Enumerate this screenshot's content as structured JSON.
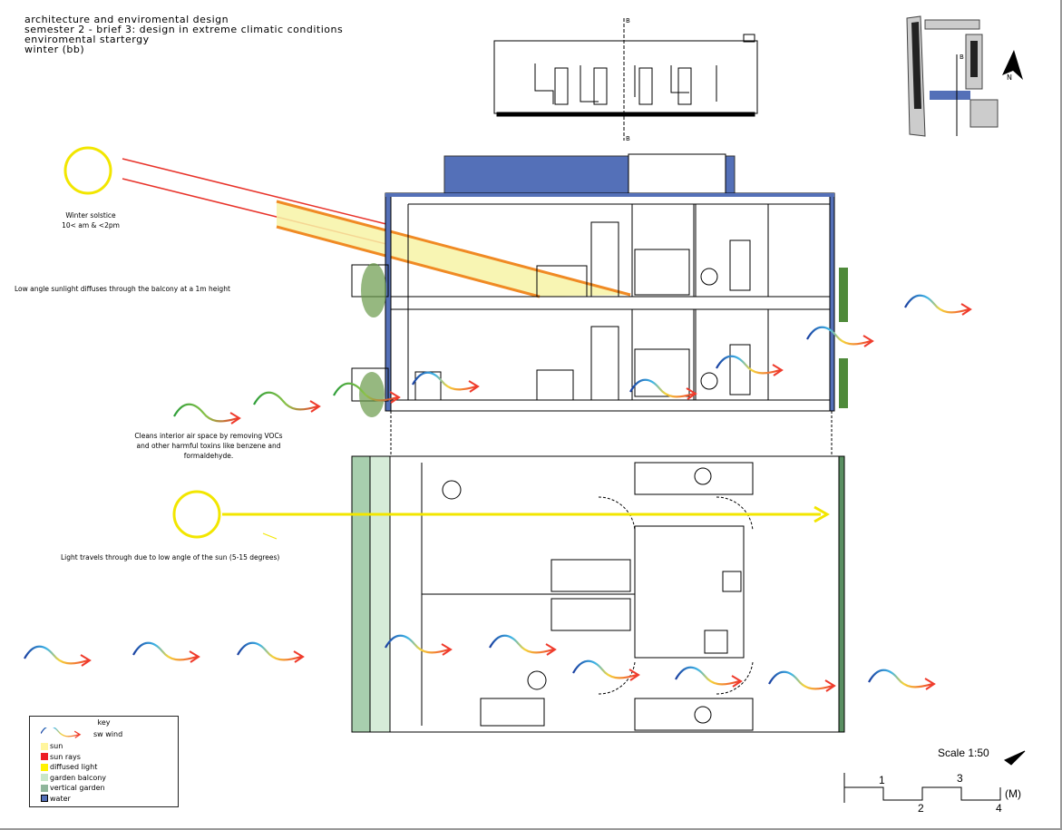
{
  "title": {
    "line1": "Architecture and Enviromental Design",
    "line2": "Semester 2 - Brief 3: Design in Extreme Climatic Conditions",
    "line3": "Enviromental Startergy",
    "line4": "Winter (BB)"
  },
  "annotations": {
    "solstice_title": "Winter solstice",
    "solstice_time": "10< am & <2pm",
    "balcony_note": "Low angle sunlight diffuses through the balcony at a 1m height",
    "plants_note_1": "Cleans interior air space by removing VOCs",
    "plants_note_2": "and other harmful toxins like benzene and",
    "plants_note_3": "formaldehyde.",
    "light_note": "Light travels through due to low angle of the sun (5-15 degrees)"
  },
  "section_markers": {
    "top": "B",
    "bottom": "B",
    "site": "B",
    "north": "N"
  },
  "key": {
    "title": "Key",
    "items": [
      {
        "label": "SW Wind",
        "color": "gradient"
      },
      {
        "label": "Sun",
        "color": "#fff59d"
      },
      {
        "label": "Sun rays",
        "color": "#ed1c24"
      },
      {
        "label": "Diffused Light",
        "color": "#fff200"
      },
      {
        "label": "Garden Balcony",
        "color": "#c8e6c9"
      },
      {
        "label": "Vertical Garden",
        "color": "#8fb59b"
      },
      {
        "label": "Water",
        "color": "#5470b8"
      }
    ]
  },
  "scale": {
    "label": "Scale 1:50",
    "ticks": [
      "1",
      "2",
      "3",
      "4"
    ],
    "unit": "(M)"
  },
  "colors": {
    "water": "#5470b8",
    "sun": "#f2e600",
    "ray": "#e8332a",
    "beam": "#f08a24",
    "garden": "#a8cfae"
  }
}
